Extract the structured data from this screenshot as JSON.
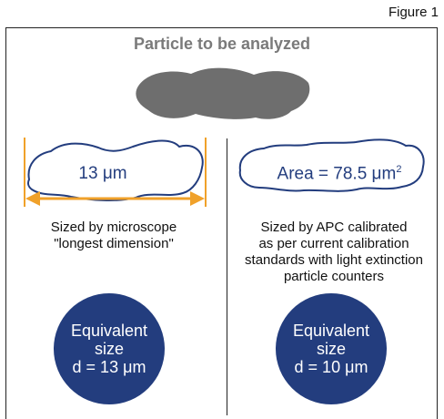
{
  "figure_label": "Figure 1",
  "title": "Particle to be analyzed",
  "left": {
    "measure": "13 μm",
    "caption_lines": [
      "Sized by microscope",
      "\"longest dimension\""
    ],
    "circle_lines": [
      "Equivalent",
      "size",
      "d = 13 μm"
    ]
  },
  "right": {
    "measure_prefix": "Area = 78.5 μm",
    "measure_superscript": "2",
    "caption_lines": [
      "Sized by APC calibrated",
      "as per current calibration",
      "standards with light extinction",
      "particle counters"
    ],
    "circle_lines": [
      "Equivalent",
      "size",
      "d = 10 μm"
    ]
  },
  "colors": {
    "particle_fill": "#6e6e6e",
    "outline": "#233d7e",
    "arrow": "#f0a12a",
    "circle": "#233d7e"
  }
}
